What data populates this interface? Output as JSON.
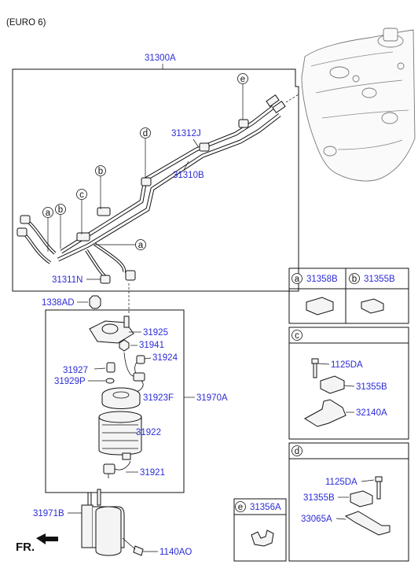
{
  "header": {
    "variant": "(EURO 6)"
  },
  "labels": {
    "assembly": "31300A",
    "line_upper": "31312J",
    "line_lower": "31310B",
    "hose": "31311N",
    "nut": "1338AD",
    "p31925": "31925",
    "p31941": "31941",
    "p31924": "31924",
    "p31927": "31927",
    "p31929P": "31929P",
    "p31923F": "31923F",
    "p31970A": "31970A",
    "p31922": "31922",
    "p31921": "31921",
    "p31971B": "31971B",
    "p1140AO": "1140AO",
    "front": "FR."
  },
  "callouts": {
    "a": "a",
    "b": "b",
    "c": "c",
    "d": "d",
    "e": "e"
  },
  "detail_panels": {
    "a": {
      "letter": "a",
      "part": "31358B"
    },
    "b": {
      "letter": "b",
      "part": "31355B"
    },
    "c": {
      "letter": "c",
      "bolt": "1125DA",
      "clip": "31355B",
      "bracket": "32140A"
    },
    "d": {
      "letter": "d",
      "bolt": "1125DA",
      "clip": "31355B",
      "bracket": "33065A"
    },
    "e": {
      "letter": "e",
      "part": "31356A"
    }
  }
}
